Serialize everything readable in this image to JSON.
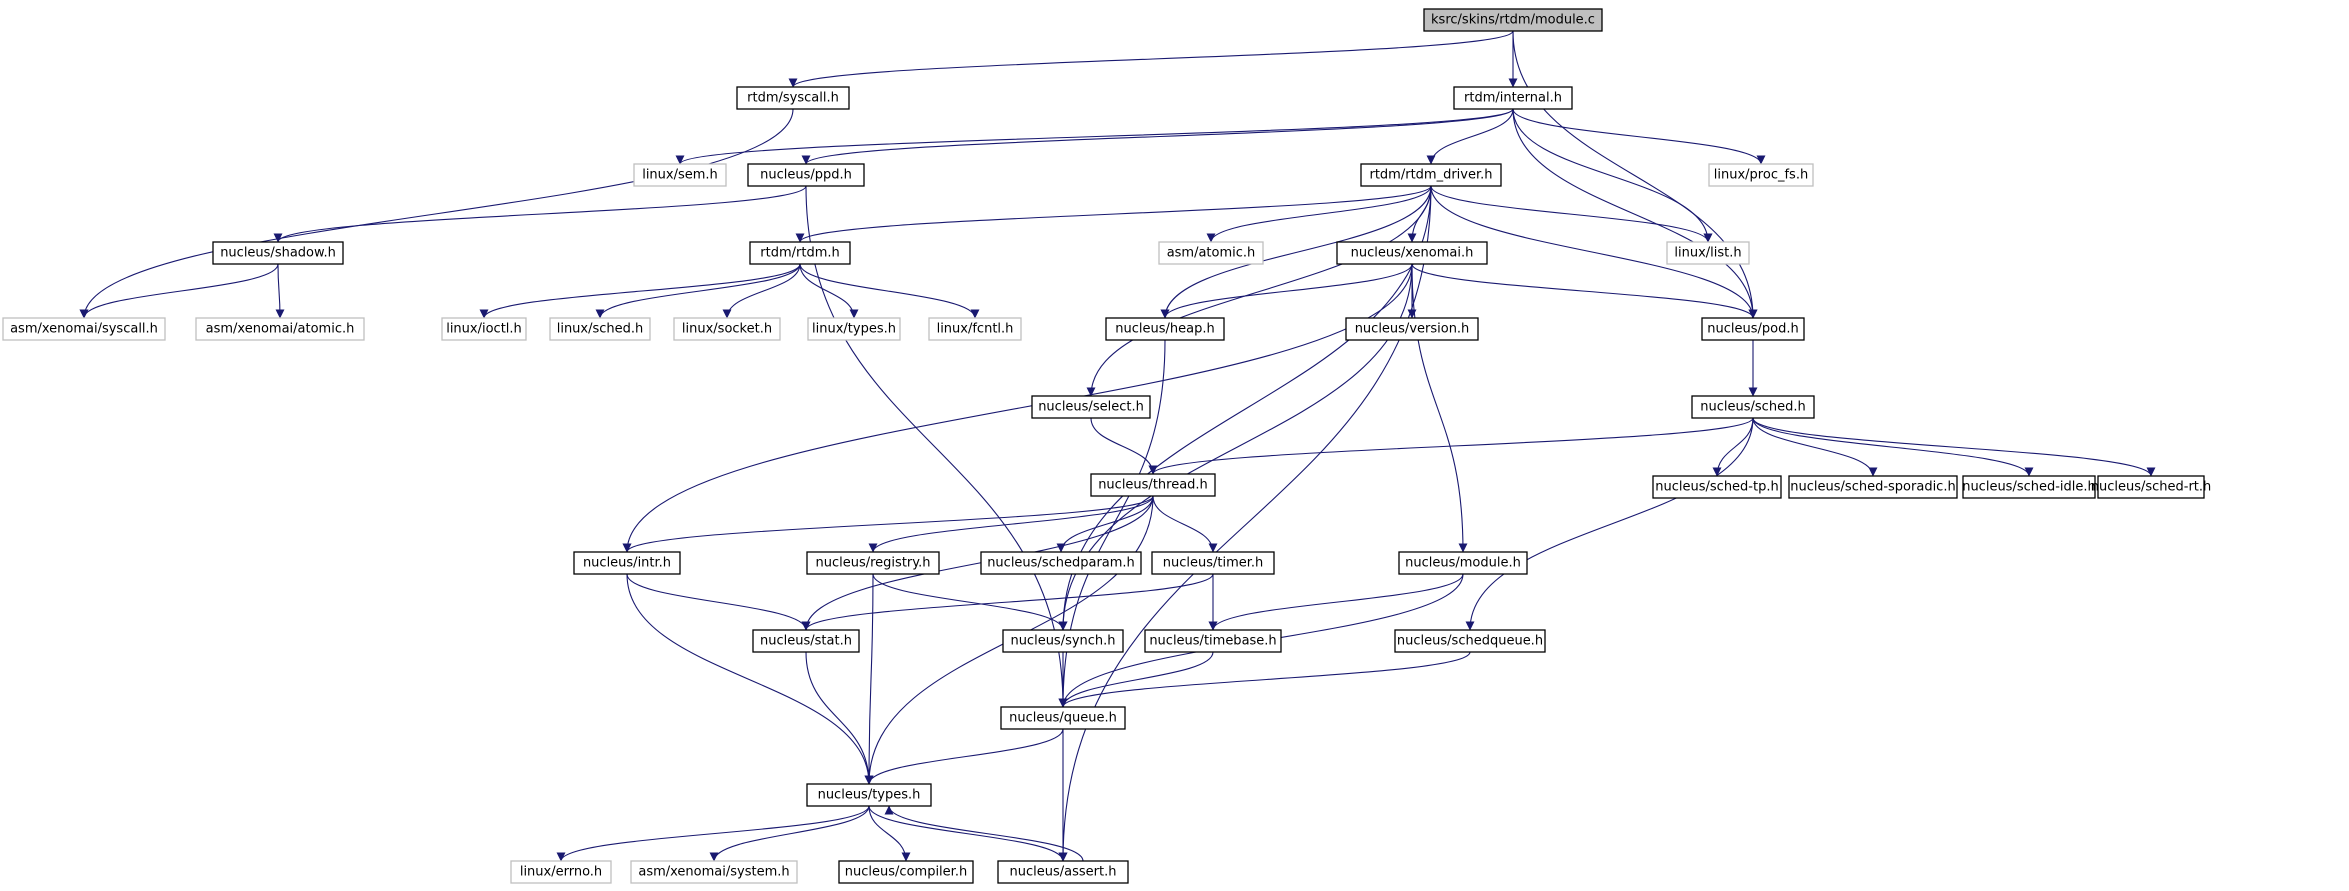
{
  "colors": {
    "edge": "#191970",
    "node_border": "#000000",
    "node_missing_border": "#bfbfbf",
    "root_fill": "#bfbfbf",
    "node_fill": "#ffffff"
  },
  "nodes": [
    {
      "id": "root",
      "label": "ksrc/skins/rtdm/module.c",
      "style": "root"
    },
    {
      "id": "syscall",
      "label": "rtdm/syscall.h",
      "style": "normal"
    },
    {
      "id": "internal",
      "label": "rtdm/internal.h",
      "style": "normal"
    },
    {
      "id": "sem",
      "label": "linux/sem.h",
      "style": "missing"
    },
    {
      "id": "ppd",
      "label": "nucleus/ppd.h",
      "style": "normal"
    },
    {
      "id": "rtdm_driver",
      "label": "rtdm/rtdm_driver.h",
      "style": "normal"
    },
    {
      "id": "proc_fs",
      "label": "linux/proc_fs.h",
      "style": "missing"
    },
    {
      "id": "shadow",
      "label": "nucleus/shadow.h",
      "style": "normal"
    },
    {
      "id": "rtdm_h",
      "label": "rtdm/rtdm.h",
      "style": "normal"
    },
    {
      "id": "asm_atomic",
      "label": "asm/atomic.h",
      "style": "missing"
    },
    {
      "id": "xenomai",
      "label": "nucleus/xenomai.h",
      "style": "normal"
    },
    {
      "id": "list",
      "label": "linux/list.h",
      "style": "missing"
    },
    {
      "id": "x_syscall",
      "label": "asm/xenomai/syscall.h",
      "style": "missing"
    },
    {
      "id": "x_atomic",
      "label": "asm/xenomai/atomic.h",
      "style": "missing"
    },
    {
      "id": "ioctl",
      "label": "linux/ioctl.h",
      "style": "missing"
    },
    {
      "id": "lsched",
      "label": "linux/sched.h",
      "style": "missing"
    },
    {
      "id": "socket",
      "label": "linux/socket.h",
      "style": "missing"
    },
    {
      "id": "ltypes",
      "label": "linux/types.h",
      "style": "missing"
    },
    {
      "id": "fcntl",
      "label": "linux/fcntl.h",
      "style": "missing"
    },
    {
      "id": "heap",
      "label": "nucleus/heap.h",
      "style": "normal"
    },
    {
      "id": "version",
      "label": "nucleus/version.h",
      "style": "normal"
    },
    {
      "id": "pod",
      "label": "nucleus/pod.h",
      "style": "normal"
    },
    {
      "id": "select",
      "label": "nucleus/select.h",
      "style": "normal"
    },
    {
      "id": "sched",
      "label": "nucleus/sched.h",
      "style": "normal"
    },
    {
      "id": "thread",
      "label": "nucleus/thread.h",
      "style": "normal"
    },
    {
      "id": "sched_tp",
      "label": "nucleus/sched-tp.h",
      "style": "normal"
    },
    {
      "id": "sched_spo",
      "label": "nucleus/sched-sporadic.h",
      "style": "normal"
    },
    {
      "id": "sched_idle",
      "label": "nucleus/sched-idle.h",
      "style": "normal"
    },
    {
      "id": "sched_rt",
      "label": "nucleus/sched-rt.h",
      "style": "normal"
    },
    {
      "id": "intr",
      "label": "nucleus/intr.h",
      "style": "normal"
    },
    {
      "id": "registry",
      "label": "nucleus/registry.h",
      "style": "normal"
    },
    {
      "id": "schedparam",
      "label": "nucleus/schedparam.h",
      "style": "normal"
    },
    {
      "id": "timer",
      "label": "nucleus/timer.h",
      "style": "normal"
    },
    {
      "id": "module",
      "label": "nucleus/module.h",
      "style": "normal"
    },
    {
      "id": "stat",
      "label": "nucleus/stat.h",
      "style": "normal"
    },
    {
      "id": "synch",
      "label": "nucleus/synch.h",
      "style": "normal"
    },
    {
      "id": "timebase",
      "label": "nucleus/timebase.h",
      "style": "normal"
    },
    {
      "id": "schedqueue",
      "label": "nucleus/schedqueue.h",
      "style": "normal"
    },
    {
      "id": "queue",
      "label": "nucleus/queue.h",
      "style": "normal"
    },
    {
      "id": "ntypes",
      "label": "nucleus/types.h",
      "style": "normal"
    },
    {
      "id": "errno",
      "label": "linux/errno.h",
      "style": "missing"
    },
    {
      "id": "system",
      "label": "asm/xenomai/system.h",
      "style": "missing"
    },
    {
      "id": "compiler",
      "label": "nucleus/compiler.h",
      "style": "normal"
    },
    {
      "id": "assert",
      "label": "nucleus/assert.h",
      "style": "normal"
    }
  ],
  "edges": [
    [
      "root",
      "syscall"
    ],
    [
      "root",
      "internal"
    ],
    [
      "root",
      "pod"
    ],
    [
      "syscall",
      "x_syscall"
    ],
    [
      "internal",
      "sem"
    ],
    [
      "internal",
      "ppd"
    ],
    [
      "internal",
      "rtdm_driver"
    ],
    [
      "internal",
      "proc_fs"
    ],
    [
      "internal",
      "list"
    ],
    [
      "internal",
      "pod"
    ],
    [
      "ppd",
      "shadow"
    ],
    [
      "ppd",
      "queue"
    ],
    [
      "shadow",
      "x_syscall"
    ],
    [
      "shadow",
      "x_atomic"
    ],
    [
      "rtdm_driver",
      "rtdm_h"
    ],
    [
      "rtdm_driver",
      "asm_atomic"
    ],
    [
      "rtdm_driver",
      "xenomai"
    ],
    [
      "rtdm_driver",
      "list"
    ],
    [
      "rtdm_driver",
      "heap"
    ],
    [
      "rtdm_driver",
      "select"
    ],
    [
      "rtdm_driver",
      "pod"
    ],
    [
      "rtdm_driver",
      "synch"
    ],
    [
      "rtdm_driver",
      "assert"
    ],
    [
      "rtdm_h",
      "ioctl"
    ],
    [
      "rtdm_h",
      "lsched"
    ],
    [
      "rtdm_h",
      "socket"
    ],
    [
      "rtdm_h",
      "ltypes"
    ],
    [
      "rtdm_h",
      "fcntl"
    ],
    [
      "xenomai",
      "heap"
    ],
    [
      "xenomai",
      "version"
    ],
    [
      "xenomai",
      "pod"
    ],
    [
      "xenomai",
      "intr"
    ],
    [
      "xenomai",
      "synch"
    ],
    [
      "xenomai",
      "module"
    ],
    [
      "heap",
      "queue"
    ],
    [
      "pod",
      "sched"
    ],
    [
      "select",
      "thread"
    ],
    [
      "sched",
      "thread"
    ],
    [
      "sched",
      "sched_tp"
    ],
    [
      "sched",
      "sched_spo"
    ],
    [
      "sched",
      "sched_idle"
    ],
    [
      "sched",
      "sched_rt"
    ],
    [
      "sched",
      "schedqueue"
    ],
    [
      "thread",
      "intr"
    ],
    [
      "thread",
      "registry"
    ],
    [
      "thread",
      "schedparam"
    ],
    [
      "thread",
      "timer"
    ],
    [
      "thread",
      "stat"
    ],
    [
      "thread",
      "ntypes"
    ],
    [
      "intr",
      "stat"
    ],
    [
      "intr",
      "ntypes"
    ],
    [
      "registry",
      "synch"
    ],
    [
      "registry",
      "ntypes"
    ],
    [
      "timer",
      "timebase"
    ],
    [
      "timer",
      "stat"
    ],
    [
      "module",
      "timebase"
    ],
    [
      "module",
      "queue"
    ],
    [
      "stat",
      "ntypes"
    ],
    [
      "synch",
      "queue"
    ],
    [
      "timebase",
      "queue"
    ],
    [
      "schedqueue",
      "queue"
    ],
    [
      "queue",
      "ntypes"
    ],
    [
      "queue",
      "assert"
    ],
    [
      "ntypes",
      "errno"
    ],
    [
      "ntypes",
      "system"
    ],
    [
      "ntypes",
      "compiler"
    ],
    [
      "ntypes",
      "assert"
    ],
    [
      "assert",
      "ntypes"
    ]
  ]
}
